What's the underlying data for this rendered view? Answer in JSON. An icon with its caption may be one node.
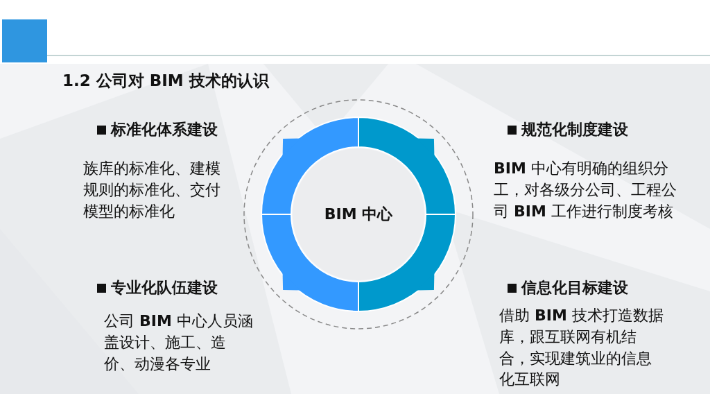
{
  "diagram": {
    "title": "1.2  公司对 BIM 技术的认识",
    "nodes": [
      {
        "text": [
          "BIM 中心"
        ]
      }
    ],
    "labels": [
      "标准化体系建设",
      "规范化制度建设",
      "族库的标准化、建模规则的标准化、交付模型的标准化",
      "**BIM** 中心有明确的组织分工，对各级分公司、工程公司 **BIM** 工作进行制度考核",
      "专业化队伍建设",
      "信息化目标建设",
      "公司 **BIM** 中心人员涵盖设计、施工、造价、动漫各专业",
      "借助 **BIM** 技术打造数据库，跟互联网有机结合，实现建筑业的信息化互联网"
    ]
  }
}
